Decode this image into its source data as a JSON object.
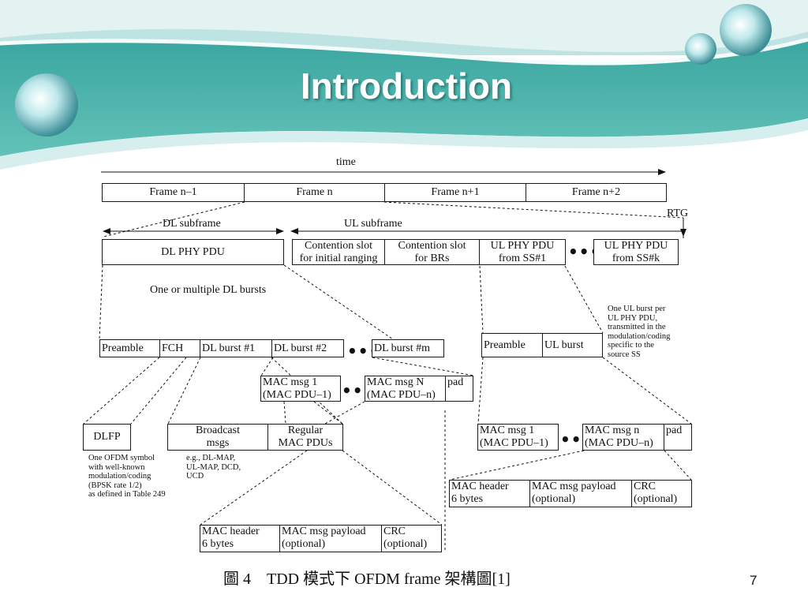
{
  "slide": {
    "title": "Introduction",
    "page_number": "7",
    "caption": "圖 4　TDD 模式下 OFDM frame 架構圖[1]"
  },
  "diagram": {
    "time_label": "time",
    "frames": [
      "Frame n–1",
      "Frame n",
      "Frame n+1",
      "Frame n+2"
    ],
    "rtg_label": "RTG",
    "dl_subframe_label": "DL subframe",
    "ul_subframe_label": "UL subframe",
    "dl_phy_pdu": "DL PHY PDU",
    "contention_initial": "Contention slot\nfor initial ranging",
    "contention_br": "Contention slot\nfor BRs",
    "ul_phy_pdu_1": "UL PHY PDU\nfrom SS#1",
    "ul_phy_pdu_k": "UL PHY PDU\nfrom SS#k",
    "dl_bursts_note": "One or multiple DL bursts",
    "ul_burst_note": "One UL burst per\nUL PHY PDU,\ntransmitted in the\nmodulation/coding\nspecific to the\nsource SS",
    "dl_row": [
      "Preamble",
      "FCH",
      "DL burst #1",
      "DL burst #2",
      "DL burst #m"
    ],
    "ul_row": [
      "Preamble",
      "UL burst"
    ],
    "dl_mac_row": [
      "MAC msg 1\n(MAC PDU–1)",
      "MAC msg N\n(MAC PDU–n)",
      "pad"
    ],
    "dlfp": "DLFP",
    "dlfp_note": "One OFDM symbol\nwith well-known\nmodulation/coding\n(BPSK rate 1/2)\nas defined in Table 249",
    "broadcast": "Broadcast\nmsgs",
    "broadcast_note": "e.g., DL-MAP,\nUL-MAP, DCD,\nUCD",
    "regular": "Regular\nMAC PDUs",
    "ul_mac_row": [
      "MAC msg 1\n(MAC PDU–1)",
      "MAC msg n\n(MAC PDU–n)",
      "pad"
    ],
    "mac_detail_right": [
      "MAC header\n6 bytes",
      "MAC msg payload\n(optional)",
      "CRC\n(optional)"
    ],
    "mac_detail_left": [
      "MAC header\n6 bytes",
      "MAC msg payload\n(optional)",
      "CRC\n(optional)"
    ]
  }
}
